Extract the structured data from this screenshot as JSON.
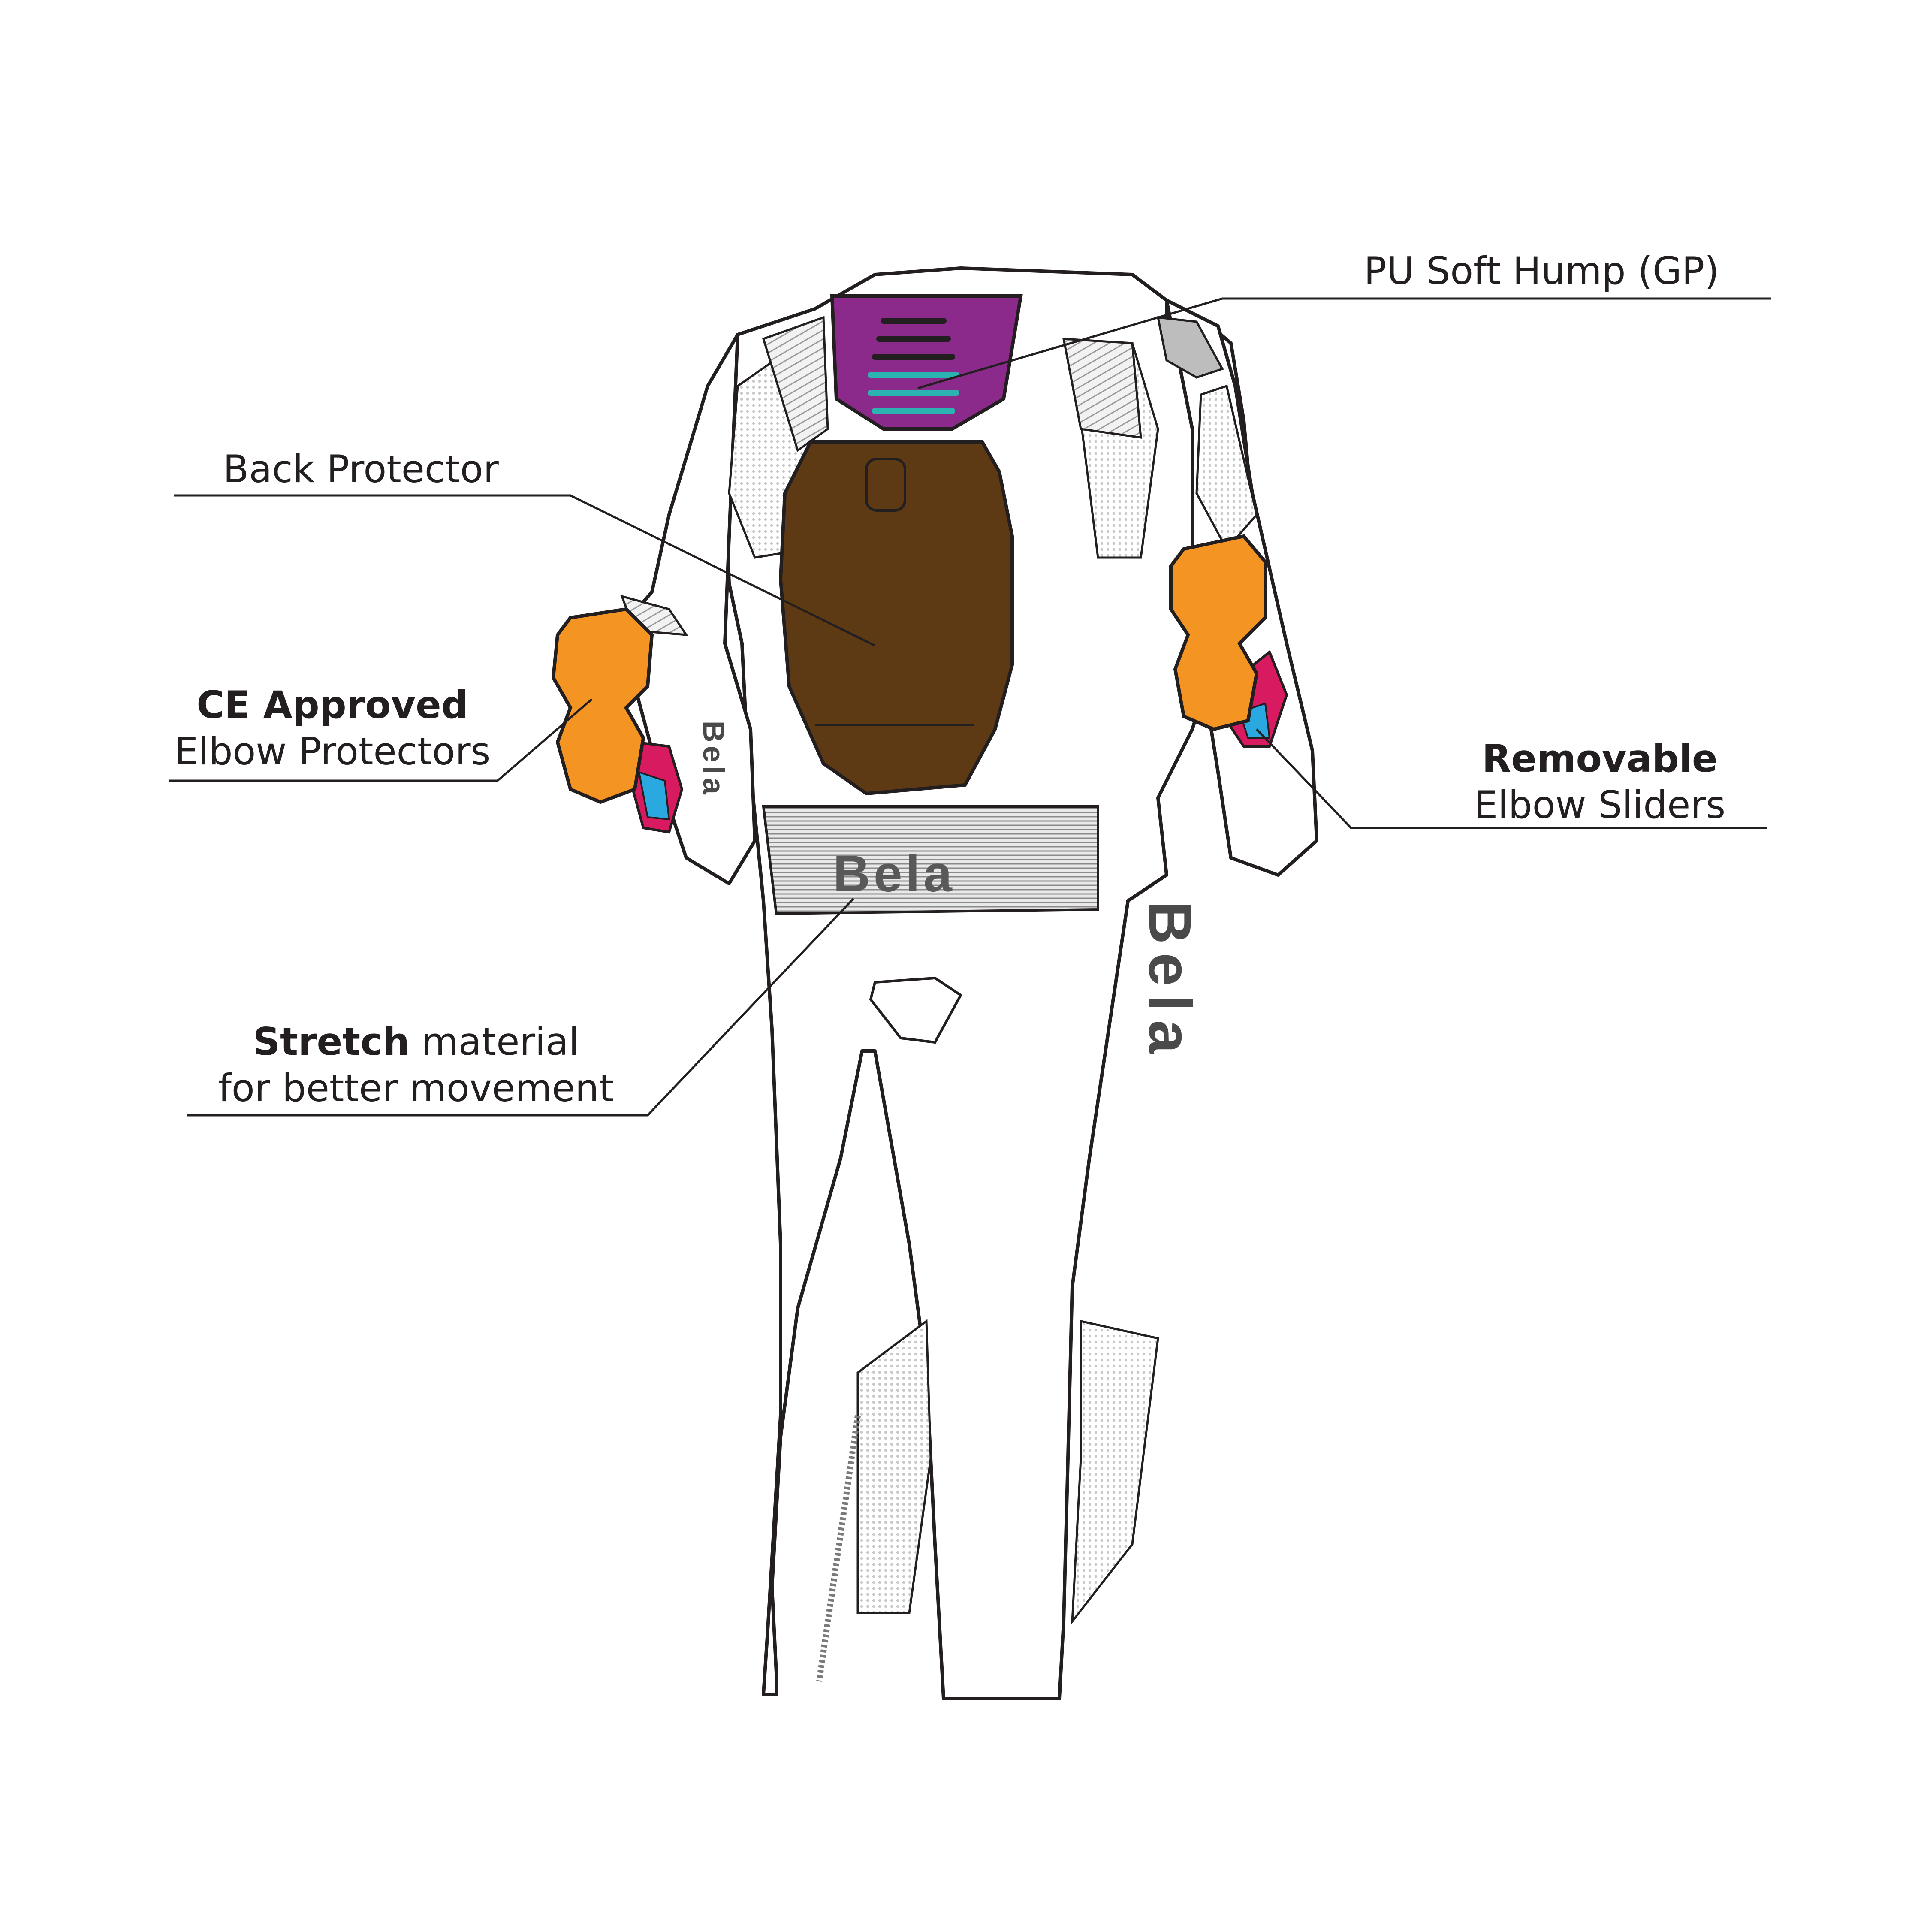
{
  "callouts": {
    "hump": {
      "text": "PU Soft Hump (GP)"
    },
    "back": {
      "text": "Back Protector"
    },
    "elbow_protectors": {
      "bold": "CE Approved",
      "text": "Elbow Protectors"
    },
    "elbow_sliders": {
      "bold": "Removable",
      "text": "Elbow Sliders"
    },
    "stretch": {
      "bold": "Stretch",
      "rest": " material",
      "line2": "for better movement"
    }
  },
  "branding": {
    "waist_logo": "Bela",
    "leg_logo": "Bela",
    "arm_logo": "Bela"
  },
  "colors": {
    "hump": "#8c2a8c",
    "hump_vents": "#2bb3b1",
    "back_protector": "#5e3a14",
    "elbow_protector": "#f39423",
    "slider_pink": "#d81b60",
    "slider_blue": "#29a9e0",
    "outline": "#231f20",
    "mesh": "#d9d9d9",
    "stretch_panel": "#cfcfcf",
    "shoulder_grey": "#bdbdbd"
  }
}
